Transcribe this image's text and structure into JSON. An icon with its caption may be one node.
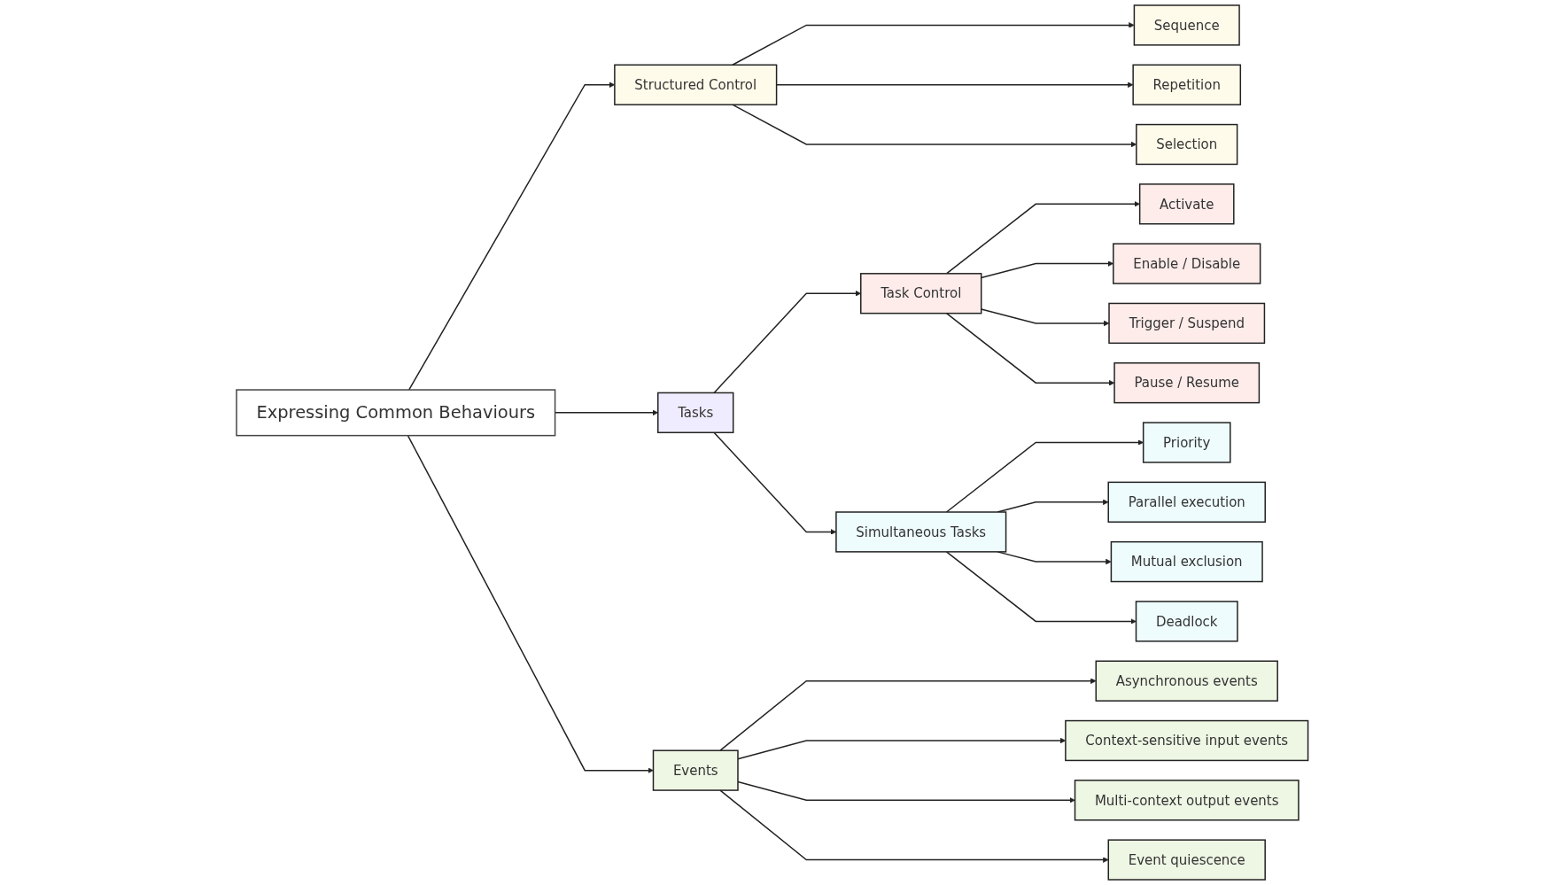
{
  "diagram": {
    "nodes": [
      {
        "text": [
          "Expressing Common Behaviours"
        ]
      },
      {
        "text": [
          "Sequence"
        ]
      },
      {
        "text": [
          "Structured Control"
        ]
      },
      {
        "text": [
          "Events"
        ]
      },
      {
        "text": [
          "Asynchronous events"
        ]
      },
      {
        "text": [
          "Repetition"
        ]
      },
      {
        "text": [
          "Tasks"
        ]
      },
      {
        "text": [
          "Context-sensitive input events"
        ]
      },
      {
        "text": [
          "Selection"
        ]
      },
      {
        "text": [
          "Multi-context output events"
        ]
      },
      {
        "text": [
          "Activate"
        ]
      },
      {
        "text": [
          "Task Control"
        ]
      },
      {
        "text": [
          "Event quiescence"
        ]
      },
      {
        "text": [
          "Enable / Disable"
        ]
      },
      {
        "text": [
          "Simultaneous Tasks"
        ]
      },
      {
        "text": [
          "Priority"
        ]
      },
      {
        "text": [
          "Trigger / Suspend"
        ]
      },
      {
        "text": [
          "Parallel execution"
        ]
      },
      {
        "text": [
          "Pause / Resume"
        ]
      },
      {
        "text": [
          "Mutual exclusion"
        ]
      },
      {
        "text": [
          "Deadlock"
        ]
      }
    ],
    "edges": [
      {
        "from": 0,
        "to": 2,
        "arrow": "to"
      },
      {
        "from": 0,
        "to": 6,
        "arrow": "to"
      },
      {
        "from": 0,
        "to": 3,
        "arrow": "to"
      },
      {
        "from": 2,
        "to": 1,
        "arrow": "to"
      },
      {
        "from": 2,
        "to": 5,
        "arrow": "to"
      },
      {
        "from": 2,
        "to": 8,
        "arrow": "to"
      },
      {
        "from": 3,
        "to": 4,
        "arrow": "to"
      },
      {
        "from": 3,
        "to": 7,
        "arrow": "to"
      },
      {
        "from": 3,
        "to": 9,
        "arrow": "to"
      },
      {
        "from": 3,
        "to": 12,
        "arrow": "to"
      },
      {
        "from": 6,
        "to": 11,
        "arrow": "to"
      },
      {
        "from": 6,
        "to": 14,
        "arrow": "to"
      },
      {
        "from": 11,
        "to": 10,
        "arrow": "to"
      },
      {
        "from": 11,
        "to": 13,
        "arrow": "to"
      },
      {
        "from": 11,
        "to": 16,
        "arrow": "to"
      },
      {
        "from": 11,
        "to": 18,
        "arrow": "to"
      },
      {
        "from": 14,
        "to": 15,
        "arrow": "to"
      },
      {
        "from": 14,
        "to": 17,
        "arrow": "to"
      },
      {
        "from": 14,
        "to": 19,
        "arrow": "to"
      },
      {
        "from": 14,
        "to": 20,
        "arrow": "to"
      }
    ]
  }
}
